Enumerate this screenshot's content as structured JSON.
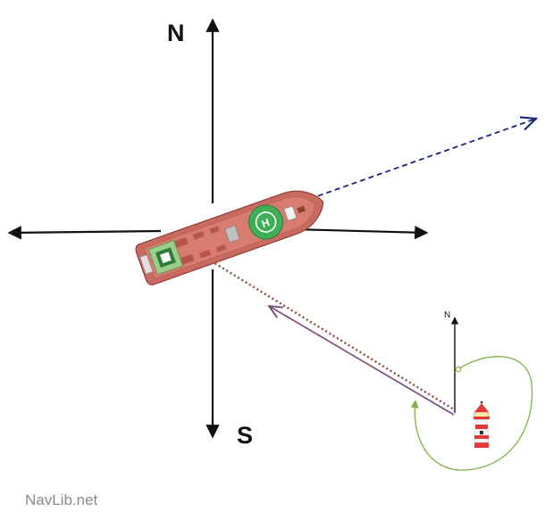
{
  "diagram": {
    "north_label": "N",
    "south_label": "S",
    "lighthouse_north_label": "N"
  },
  "footer": {
    "credit": "NavLib.net"
  },
  "colors": {
    "axes": "#111111",
    "course_line": "#1a237e",
    "bearing_dotted": "#8d4a3c",
    "bearing_solid": "#7b4a7a",
    "arc": "#7cb342",
    "ship_hull": "#c96a60",
    "ship_deck": "#d97c70",
    "helipad": "#3fae56",
    "lighthouse_red": "#e53935"
  },
  "icons": [
    "ship-icon",
    "lighthouse-icon"
  ]
}
